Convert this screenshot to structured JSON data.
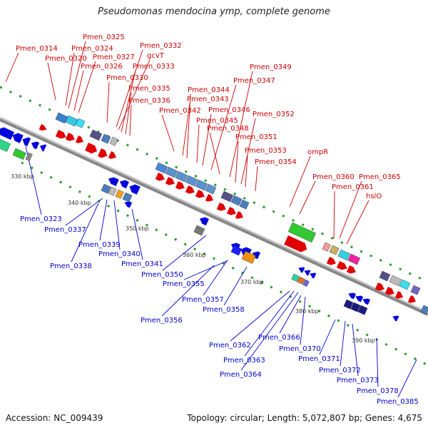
{
  "title": "Pseudomonas mendocina ymp, complete genome",
  "footer": {
    "accession": "Accession: NC_009439",
    "summary": "Topology: circular; Length: 5,072,807 bp; Genes: 4,675"
  },
  "colors": {
    "top_label": "#cc0000",
    "bottom_label": "#0000cc",
    "backbone": "#888888",
    "forward_arrow": "#e00000",
    "reverse_arrow": "#0000dd",
    "tick": "#2a9a2a"
  },
  "scale_ticks": [
    "330 kbp",
    "340 kbp",
    "350 kbp",
    "360 kbp",
    "370 kbp",
    "380 kbp",
    "390 kbp"
  ],
  "top_labels": [
    "Pmen_0314",
    "Pmen_0320",
    "Pmen_0324",
    "Pmen_0325",
    "Pmen_0326",
    "Pmen_0327",
    "Pmen_0330",
    "Pmen_0332",
    "gcvT",
    "Pmen_0333",
    "Pmen_0335",
    "Pmen_0336",
    "Pmen_0342",
    "Pmen_0343",
    "Pmen_0344",
    "Pmen_0345",
    "Pmen_0346",
    "Pmen_0347",
    "Pmen_0348",
    "Pmen_0349",
    "Pmen_0351",
    "Pmen_0352",
    "Pmen_0353",
    "Pmen_0354",
    "ompR",
    "Pmen_0360",
    "Pmen_0361",
    "Pmen_0365",
    "hslO"
  ],
  "bottom_labels": [
    "Pmen_0323",
    "Pmen_0337",
    "Pmen_0338",
    "Pmen_0339",
    "Pmen_0340",
    "Pmen_0341",
    "Pmen_0350",
    "Pmen_0355",
    "Pmen_0356",
    "Pmen_0357",
    "Pmen_0358",
    "Pmen_0362",
    "Pmen_0363",
    "Pmen_0364",
    "Pmen_0366",
    "Pmen_0370",
    "Pmen_0371",
    "Pmen_0372",
    "Pmen_0373",
    "Pmen_0378",
    "Pmen_0385"
  ]
}
